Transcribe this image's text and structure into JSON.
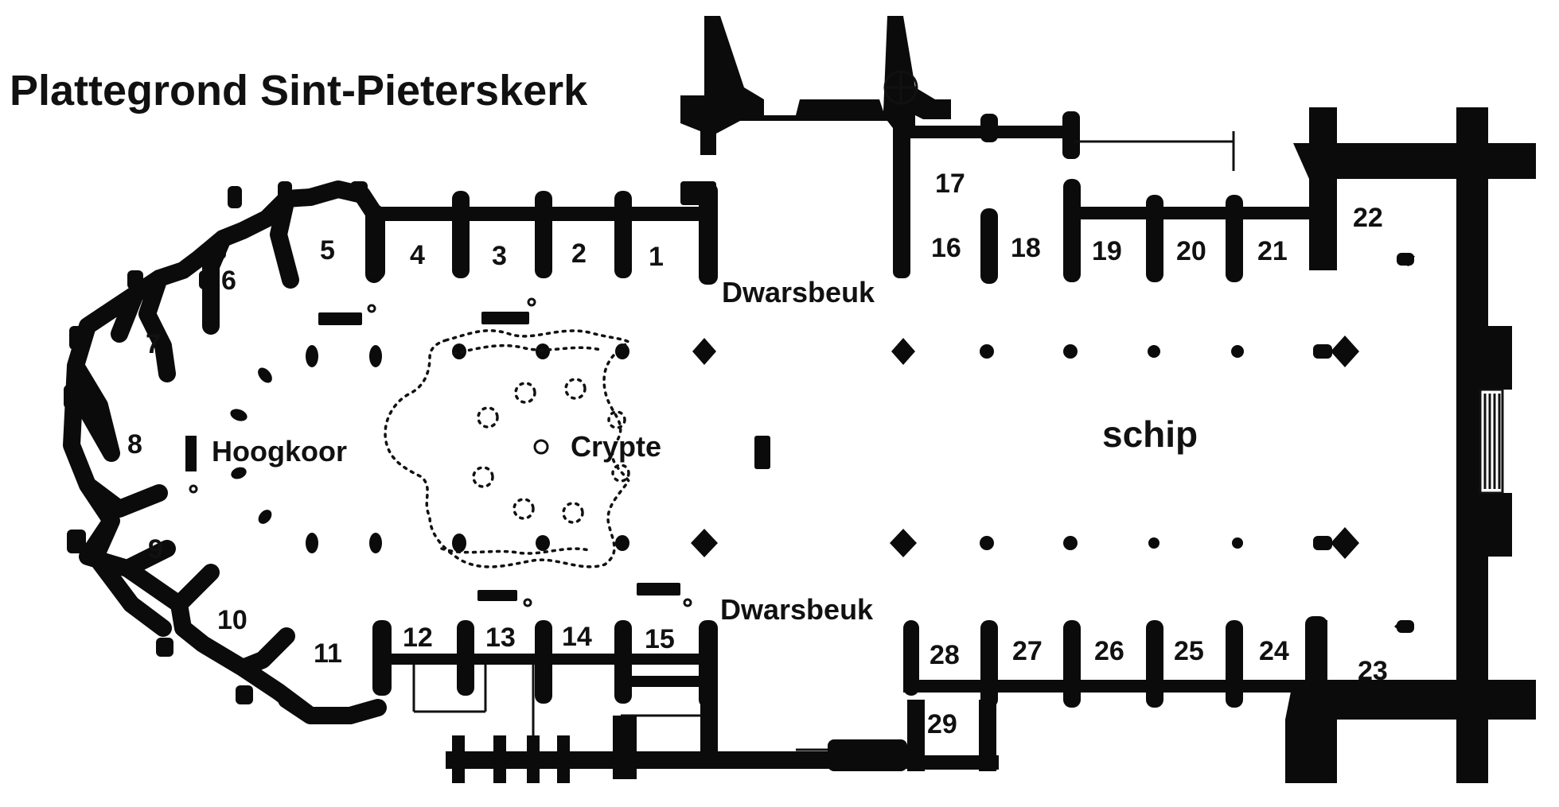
{
  "title": "Plattegrond Sint-Pieterskerk",
  "areas": {
    "hoogkoor": "Hoogkoor",
    "crypte": "Crypte",
    "schip": "schip",
    "dwarsbeuk_north": "Dwarsbeuk",
    "dwarsbeuk_south": "Dwarsbeuk"
  },
  "chapels": [
    "1",
    "2",
    "3",
    "4",
    "5",
    "6",
    "7",
    "8",
    "9",
    "10",
    "11",
    "12",
    "13",
    "14",
    "15",
    "16",
    "17",
    "18",
    "19",
    "20",
    "21",
    "22",
    "23",
    "24",
    "25",
    "26",
    "27",
    "28",
    "29"
  ],
  "colors": {
    "ink": "#0b0b0b",
    "paper": "#ffffff"
  }
}
